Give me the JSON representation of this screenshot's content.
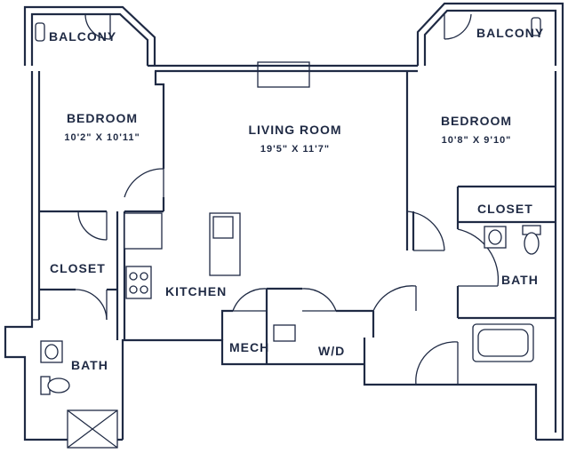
{
  "rooms": {
    "balcony_left": "BALCONY",
    "balcony_right": "BALCONY",
    "bedroom_left": {
      "name": "BEDROOM",
      "size": "10'2\" X 10'11\""
    },
    "living_room": {
      "name": "LIVING ROOM",
      "size": "19'5\" X 11'7\""
    },
    "bedroom_right": {
      "name": "BEDROOM",
      "size": "10'8\" X 9'10\""
    },
    "closet_left": "CLOSET",
    "closet_right": "CLOSET",
    "kitchen": "KITCHEN",
    "mech": "MECH",
    "wd": "W/D",
    "bath_left": "BATH",
    "bath_right": "BATH"
  },
  "colors": {
    "line": "#1f2a44",
    "background": "#ffffff"
  }
}
